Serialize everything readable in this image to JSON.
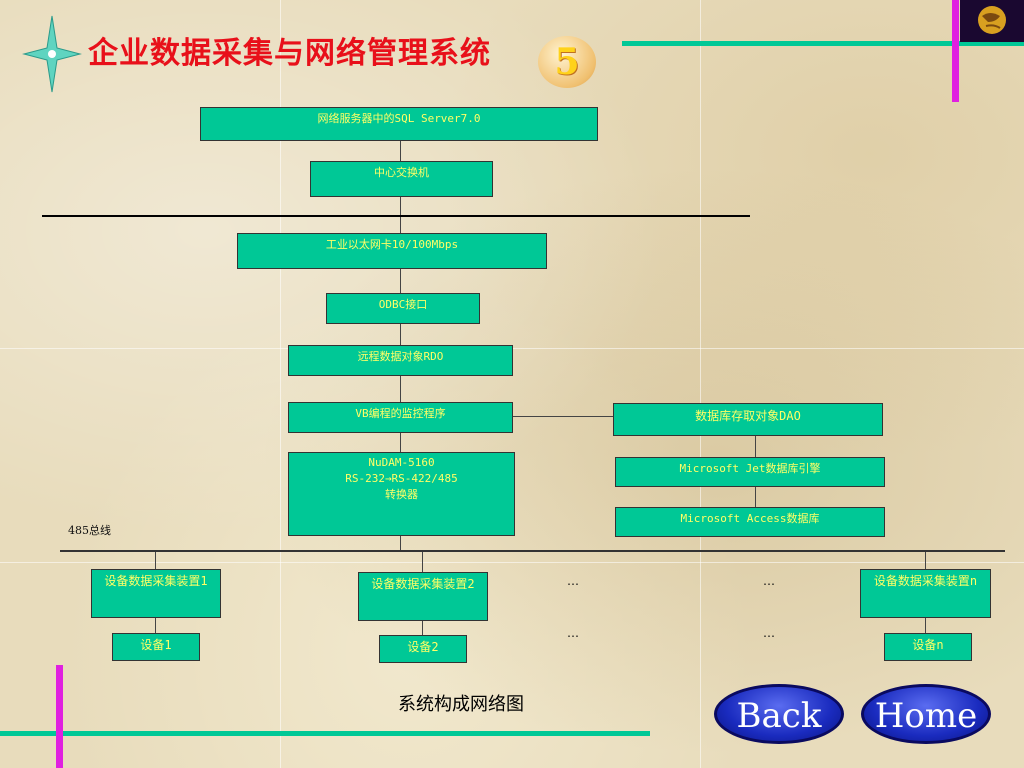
{
  "header": {
    "title": "企业数据采集与网络管理系统",
    "page_number": "5"
  },
  "diagram": {
    "nodes": {
      "sql_server": "网络服务器中的SQL Server7.0",
      "switch": "中心交换机",
      "nic": "工业以太网卡10/100Mbps",
      "odbc": "ODBC接口",
      "rdo": "远程数据对象RDO",
      "vb": "VB编程的监控程序",
      "dao": "数据库存取对象DAO",
      "jet": "Microsoft Jet数据库引擎",
      "access": "Microsoft Access数据库",
      "converter_line1": "NuDAM-5160",
      "converter_line2": "RS-232→RS-422/485",
      "converter_line3": "转换器",
      "collector1": "设备数据采集装置1",
      "collector2": "设备数据采集装置2",
      "collectorn": "设备数据采集装置n",
      "device1": "设备1",
      "device2": "设备2",
      "devicen": "设备n"
    },
    "bus_label": "485总线",
    "ellipsis": "…",
    "caption": "系统构成网络图"
  },
  "nav": {
    "back_label": "Back",
    "home_label": "Home"
  },
  "colors": {
    "box_fill": "#00c896",
    "box_text": "#ffff66",
    "title": "#e8101a",
    "accent_bar": "#00c896",
    "magenta_bar": "#e020e0"
  },
  "icons": {
    "star": "four-point-star-icon",
    "globe": "globe-logo-icon"
  }
}
